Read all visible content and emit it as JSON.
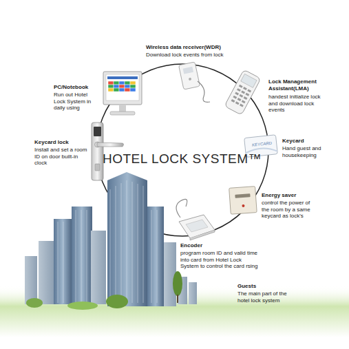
{
  "diagram": {
    "title": "HOTEL LOCK SYSTEM™",
    "labels": [
      "Wireless data receiver(WDR)",
      "Download lock events from lock",
      "PC/Notebook",
      "Run out Hotel Lock System in daily using",
      "Lock Management Assistant(LMA)",
      "handest initialize lock and download lock events",
      "Keycard",
      "Hand guest and housekeeping",
      "KEYCARD",
      "Energy saver",
      "control the power of the room by a same keycard as lock's",
      "Encoder",
      "program room ID and valid time into card from Hotel Lock System to control the card rsing",
      "Guests",
      "The main part of the hotel lock system",
      "Keycard lock",
      "Install and set a room ID on door built-in clock"
    ]
  }
}
